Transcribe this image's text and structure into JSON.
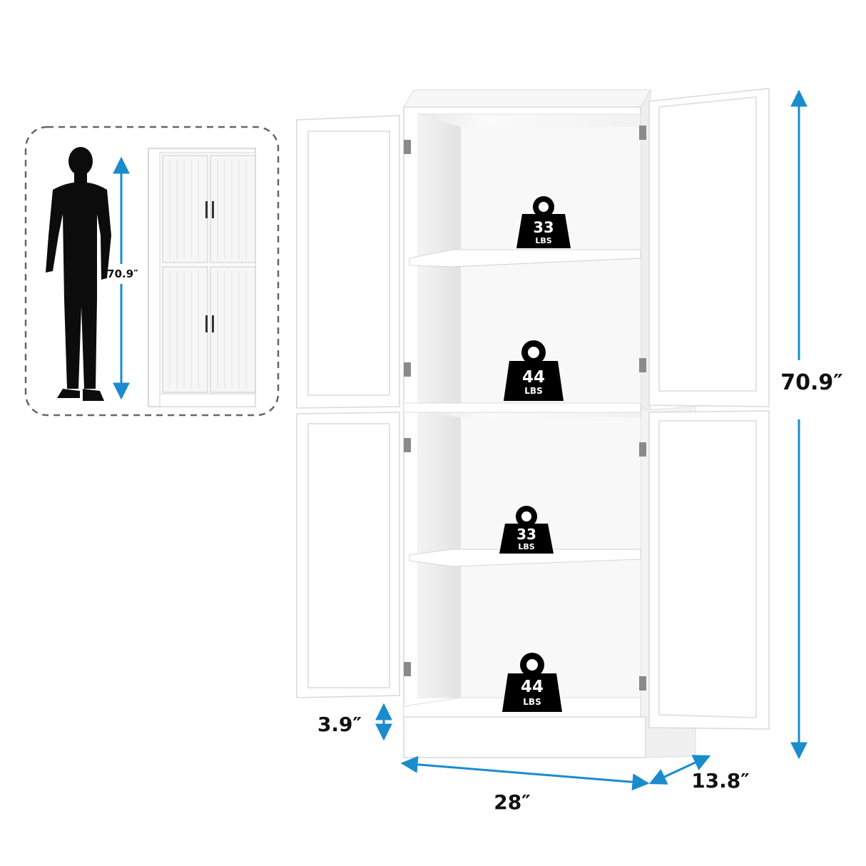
{
  "comparison_panel": {
    "height_label": "70.9″",
    "person_icon": "person-silhouette-icon",
    "mini_cabinet_icon": "cabinet-closed-icon"
  },
  "cabinet": {
    "total_height_label": "70.9″",
    "base_height_label": "3.9″",
    "width_label": "28″",
    "depth_label": "13.8″",
    "shelf_loads": [
      {
        "value": "33",
        "unit": "LBS"
      },
      {
        "value": "44",
        "unit": "LBS"
      },
      {
        "value": "33",
        "unit": "LBS"
      },
      {
        "value": "44",
        "unit": "LBS"
      }
    ]
  },
  "colors": {
    "dimension_arrow": "#1a8ccc",
    "badge": "#000000",
    "panel_border": "#666666",
    "cabinet_white": "#ffffff",
    "cabinet_edge": "#d9d9d9"
  }
}
